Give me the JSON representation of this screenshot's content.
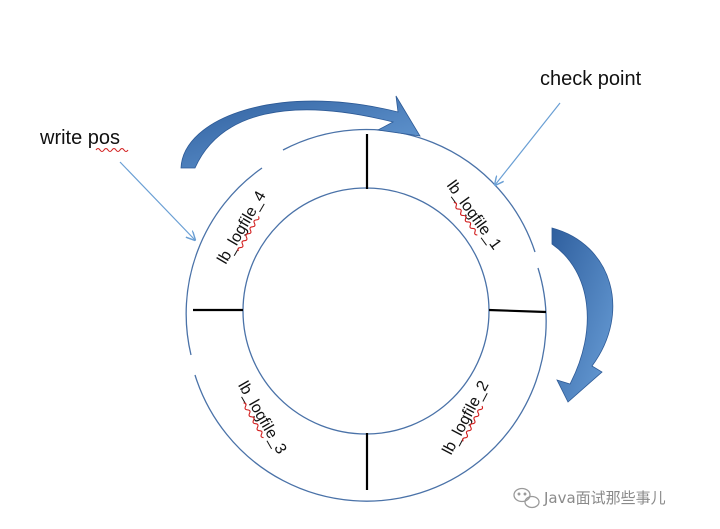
{
  "labels": {
    "write_pos": "write pos",
    "check_point": "check point"
  },
  "segments": [
    "lb_logfile_1",
    "lb_logfile_2",
    "lb_logfile_3",
    "lb_logfile_4"
  ],
  "watermark": {
    "text": "Java面试那些事儿",
    "icon": "wechat-icon"
  },
  "colors": {
    "ring": "#4a72a8",
    "arrow_fill": "#4a7ebf",
    "pointer": "#6a9fd4",
    "divider": "#000000",
    "spellcheck": "#d21f1f"
  }
}
